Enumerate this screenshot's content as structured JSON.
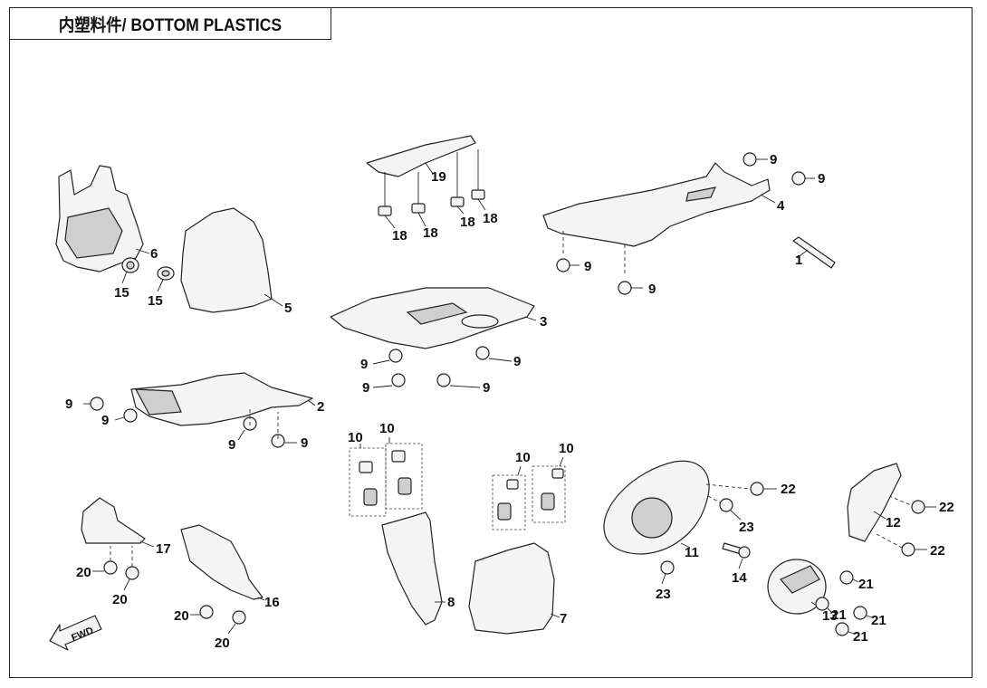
{
  "header": {
    "title": "内塑料件/ BOTTOM PLASTICS"
  },
  "fwd_label": "FWD",
  "callouts": [
    {
      "id": "c1",
      "text": "1"
    },
    {
      "id": "c2",
      "text": "2"
    },
    {
      "id": "c3",
      "text": "3"
    },
    {
      "id": "c4",
      "text": "4"
    },
    {
      "id": "c5",
      "text": "5"
    },
    {
      "id": "c6",
      "text": "6"
    },
    {
      "id": "c7",
      "text": "7"
    },
    {
      "id": "c8",
      "text": "8"
    },
    {
      "id": "c9a",
      "text": "9"
    },
    {
      "id": "c9b",
      "text": "9"
    },
    {
      "id": "c9c",
      "text": "9"
    },
    {
      "id": "c9d",
      "text": "9"
    },
    {
      "id": "c9e",
      "text": "9"
    },
    {
      "id": "c9f",
      "text": "9"
    },
    {
      "id": "c9g",
      "text": "9"
    },
    {
      "id": "c9h",
      "text": "9"
    },
    {
      "id": "c9i",
      "text": "9"
    },
    {
      "id": "c9j",
      "text": "9"
    },
    {
      "id": "c9k",
      "text": "9"
    },
    {
      "id": "c9l",
      "text": "9"
    },
    {
      "id": "c9m",
      "text": "9"
    },
    {
      "id": "c10a",
      "text": "10"
    },
    {
      "id": "c10b",
      "text": "10"
    },
    {
      "id": "c10c",
      "text": "10"
    },
    {
      "id": "c10d",
      "text": "10"
    },
    {
      "id": "c11",
      "text": "11"
    },
    {
      "id": "c12",
      "text": "12"
    },
    {
      "id": "c13",
      "text": "13"
    },
    {
      "id": "c14",
      "text": "14"
    },
    {
      "id": "c15a",
      "text": "15"
    },
    {
      "id": "c15b",
      "text": "15"
    },
    {
      "id": "c16",
      "text": "16"
    },
    {
      "id": "c17",
      "text": "17"
    },
    {
      "id": "c18a",
      "text": "18"
    },
    {
      "id": "c18b",
      "text": "18"
    },
    {
      "id": "c18c",
      "text": "18"
    },
    {
      "id": "c18d",
      "text": "18"
    },
    {
      "id": "c19",
      "text": "19"
    },
    {
      "id": "c20a",
      "text": "20"
    },
    {
      "id": "c20b",
      "text": "20"
    },
    {
      "id": "c20c",
      "text": "20"
    },
    {
      "id": "c20d",
      "text": "20"
    },
    {
      "id": "c21a",
      "text": "21"
    },
    {
      "id": "c21b",
      "text": "21"
    },
    {
      "id": "c21c",
      "text": "21"
    },
    {
      "id": "c21d",
      "text": "21"
    },
    {
      "id": "c22a",
      "text": "22"
    },
    {
      "id": "c22b",
      "text": "22"
    },
    {
      "id": "c22c",
      "text": "22"
    },
    {
      "id": "c23a",
      "text": "23"
    },
    {
      "id": "c23b",
      "text": "23"
    }
  ]
}
